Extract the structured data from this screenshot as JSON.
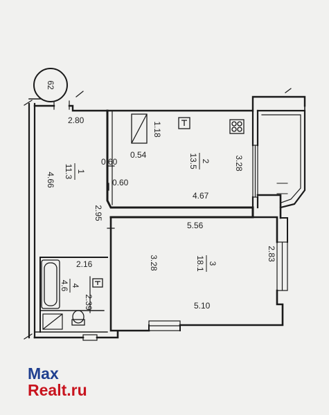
{
  "plan": {
    "stamp": "62",
    "dimensions": {
      "d280": "2.80",
      "d118": "1.18",
      "d054": "0.54",
      "d060a": "0.60",
      "d060b": "0.60",
      "d466": "4.66",
      "d295": "2.95",
      "d467": "4.67",
      "d328a": "3.28",
      "d556": "5.56",
      "d328b": "3.28",
      "d283": "2.83",
      "d216": "2.16",
      "d239": "2.39",
      "d510": "5.10"
    },
    "rooms": [
      {
        "number": "1",
        "area": "11.3"
      },
      {
        "number": "2",
        "area": "13.5"
      },
      {
        "number": "3",
        "area": "18.1"
      },
      {
        "number": "4",
        "area": "4.6"
      }
    ]
  },
  "watermark": {
    "line1": "Max",
    "line2": "Realt.ru",
    "color_blue": "#1f3f8f",
    "color_red": "#c8141e"
  }
}
